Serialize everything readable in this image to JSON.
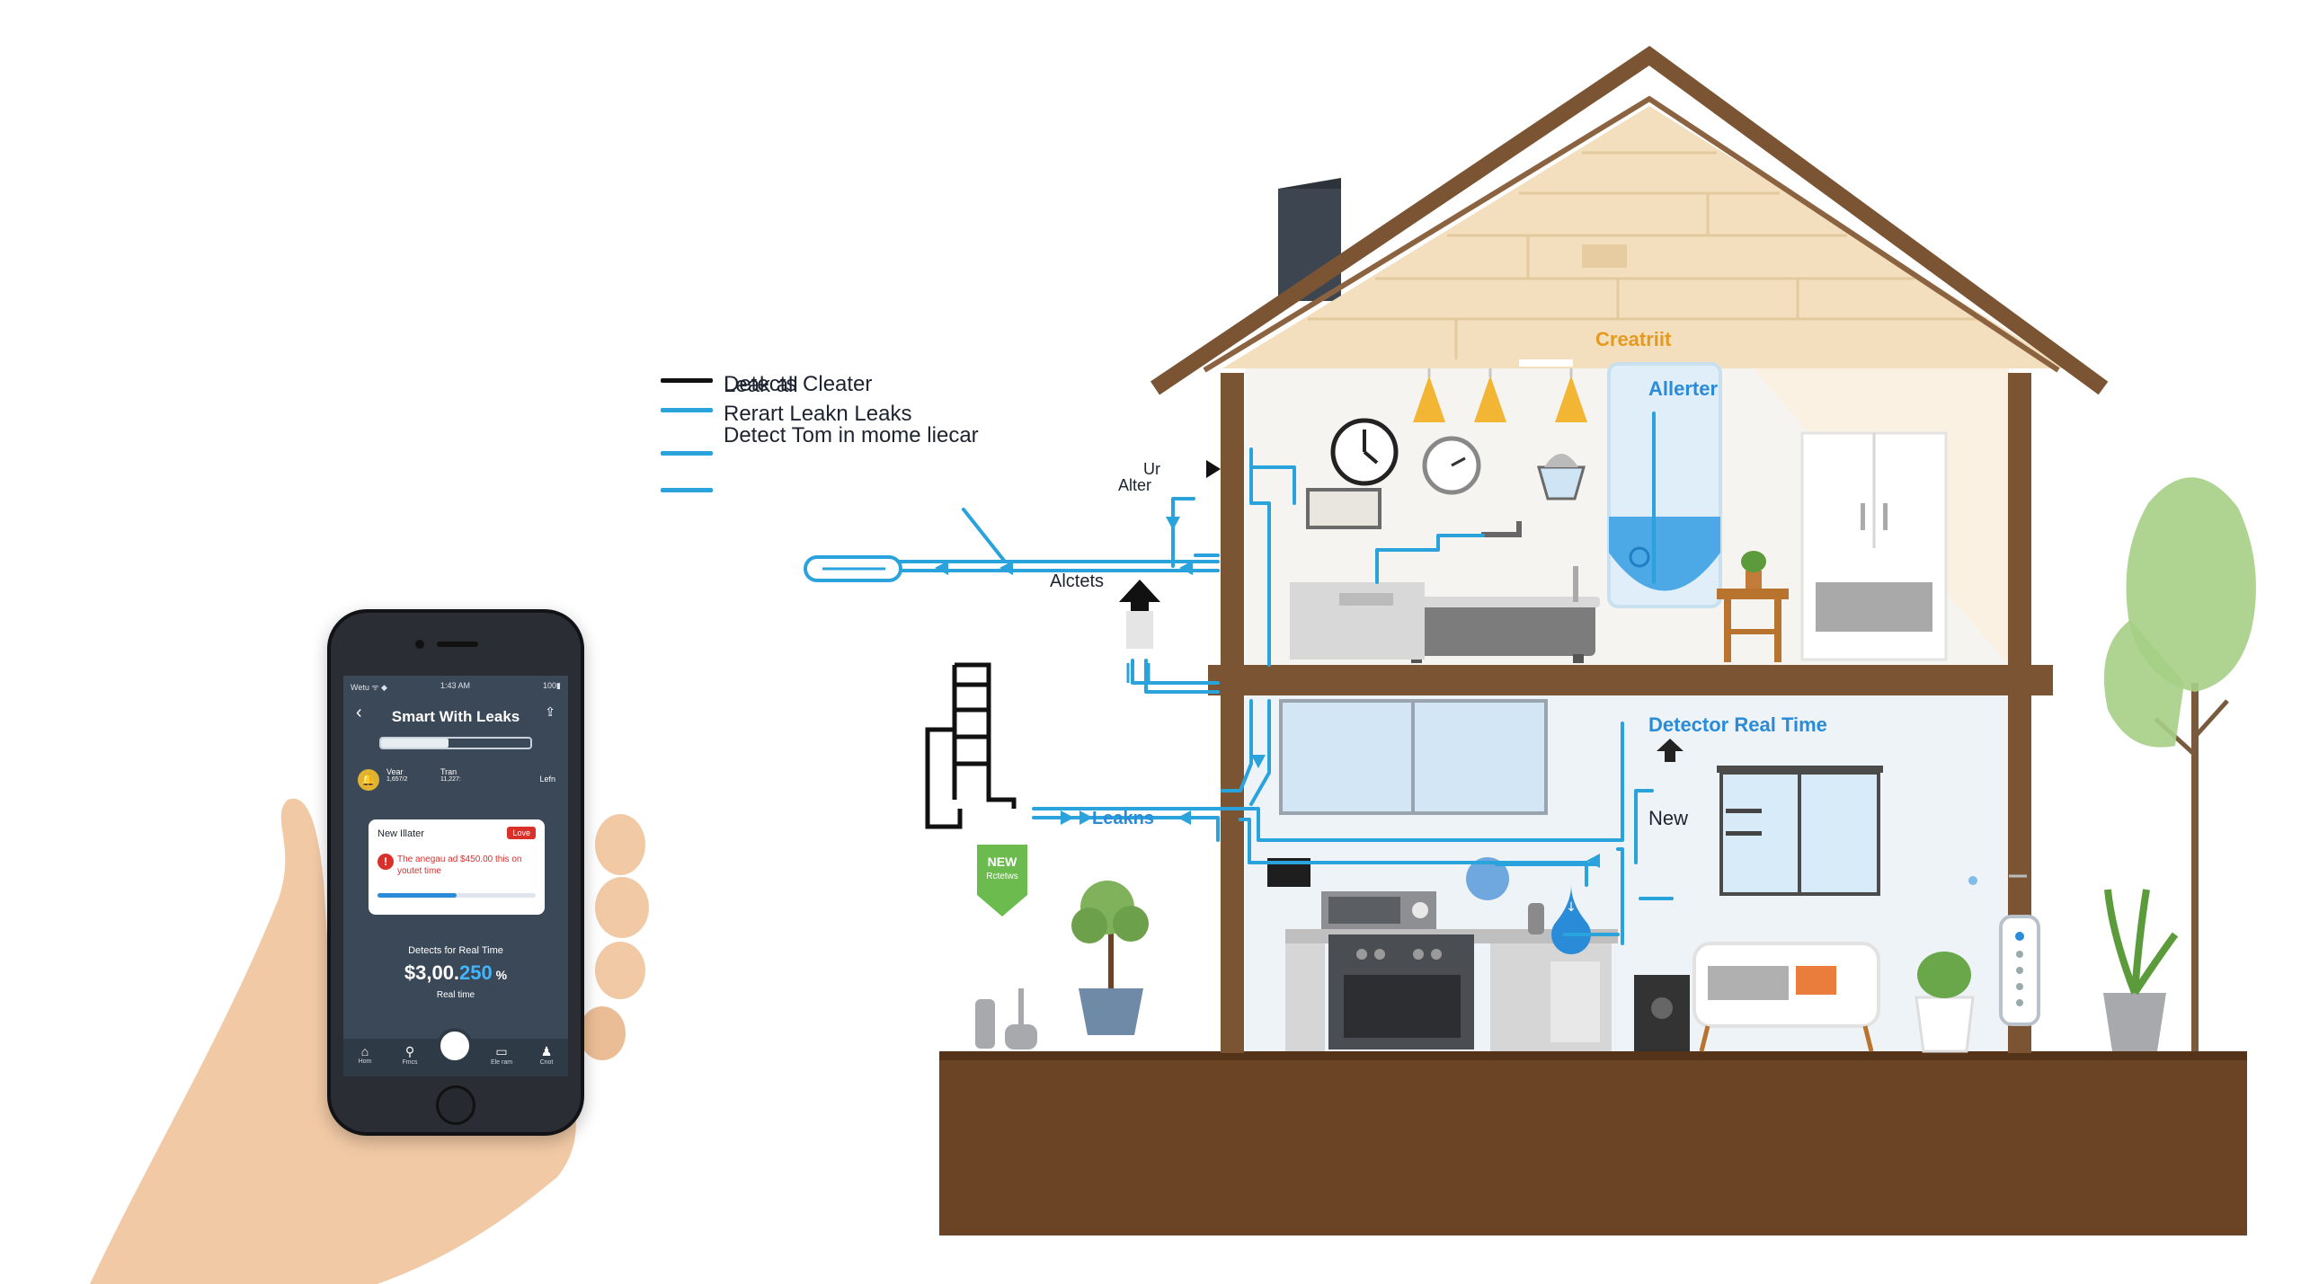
{
  "legend": [
    {
      "label": "Leak all",
      "color": "#111111"
    },
    {
      "label": "Detects Cleater",
      "color": "#2aa3dd"
    },
    {
      "label": "Rerart Leakn Leaks",
      "color": "#2aa3dd"
    },
    {
      "label": "Detect Tom in mome liecar",
      "color": "#2aa3dd"
    }
  ],
  "labels": {
    "attic": "Creatriit",
    "tank": "Allerter",
    "valve_top": "Ur",
    "valve_bottom": "Alter",
    "alerts": "Alctets",
    "detector": "Detector Real Time",
    "new": "New",
    "leaks": "Leakns",
    "badge_line1": "NEW",
    "badge_line2": "Rctetws"
  },
  "phone": {
    "status_left": "Wetu ᯤ ◆",
    "status_time": "1:43 AM",
    "status_right": "100▮",
    "back_icon": "‹",
    "share_icon": "⇪",
    "app_title": "Smart With Leaks",
    "search_fill": 0.45,
    "stats": [
      {
        "label": "Vear",
        "value": "1,657/2"
      },
      {
        "label": "Tran",
        "value": "11,227:"
      }
    ],
    "stats_right": "Lefn",
    "bell_icon": "🔔",
    "card": {
      "title": "New Illater",
      "badge": "Love",
      "icon": "!",
      "message": "The anegau ad $450.00 this on youtet time",
      "progress": 0.5
    },
    "detect_label": "Detects for Real Time",
    "value_main": "$3,00.",
    "value_hl": "250",
    "value_tail": " %",
    "realtime": "Real time",
    "nav": [
      {
        "icon": "⌂",
        "label": "Hom"
      },
      {
        "icon": "⚲",
        "label": "Fmcs"
      },
      {
        "icon": "",
        "label": ""
      },
      {
        "icon": "▭",
        "label": "Ele ram"
      },
      {
        "icon": "♟",
        "label": "Cnot"
      }
    ]
  },
  "colors": {
    "pipe": "#2aa3dd",
    "wall": "#7b5433",
    "ground": "#6b4426",
    "attic": "#f3dfbe",
    "water": "#4da9e6",
    "accent_orange": "#e59a1f",
    "badge_green": "#6cbb4f"
  }
}
